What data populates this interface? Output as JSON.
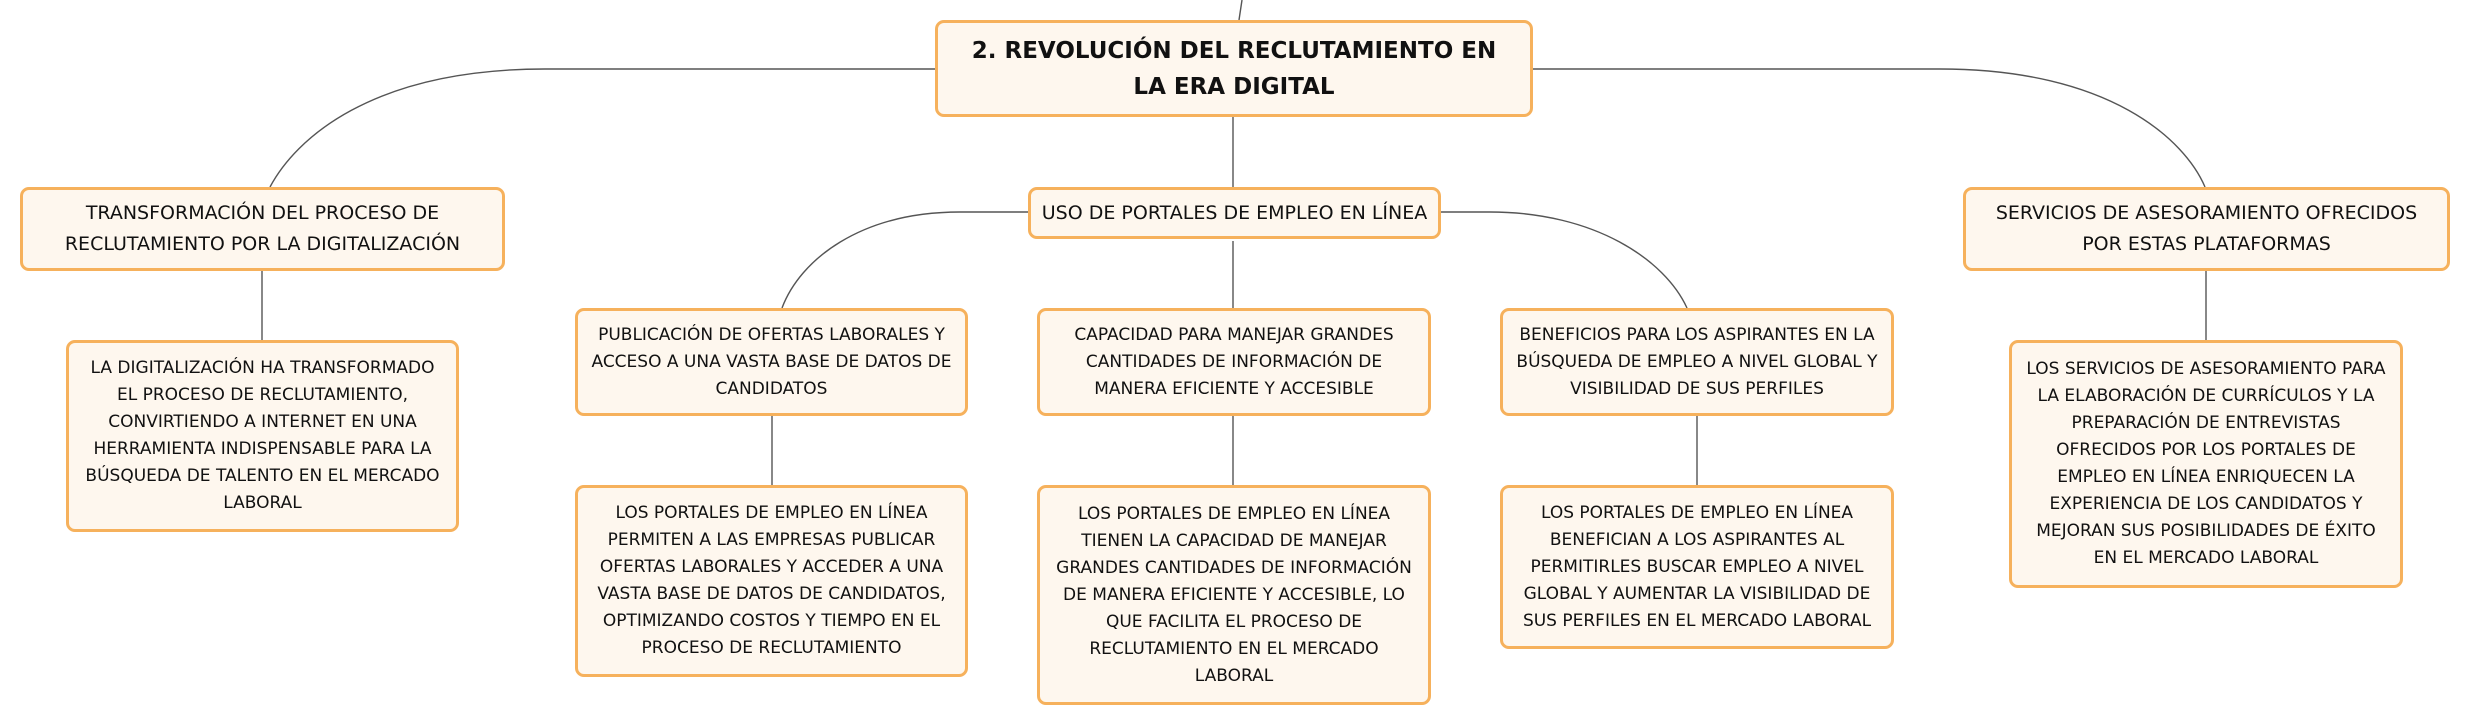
{
  "diagram": {
    "type": "mind-map",
    "colors": {
      "node_fill": "#fef7ee",
      "node_border": "#f6b15c",
      "connector": "#555555",
      "text": "#111111"
    },
    "root": {
      "label": "2. REVOLUCIÓN DEL RECLUTAMIENTO EN LA ERA DIGITAL"
    },
    "branches": [
      {
        "label": "TRANSFORMACIÓN DEL PROCESO DE RECLUTAMIENTO POR LA DIGITALIZACIÓN",
        "children": [
          {
            "label": "LA DIGITALIZACIÓN HA TRANSFORMADO EL PROCESO DE RECLUTAMIENTO, CONVIRTIENDO A INTERNET EN UNA HERRAMIENTA INDISPENSABLE PARA LA BÚSQUEDA DE TALENTO EN EL MERCADO LABORAL"
          }
        ]
      },
      {
        "label": "USO DE PORTALES DE EMPLEO EN LÍNEA",
        "children": [
          {
            "label": "PUBLICACIÓN DE OFERTAS LABORALES Y ACCESO A UNA VASTA BASE DE DATOS DE CANDIDATOS",
            "detail": "LOS PORTALES DE EMPLEO EN LÍNEA PERMITEN A LAS EMPRESAS PUBLICAR OFERTAS LABORALES Y ACCEDER A UNA VASTA BASE DE DATOS DE CANDIDATOS, OPTIMIZANDO COSTOS Y TIEMPO EN EL PROCESO DE RECLUTAMIENTO"
          },
          {
            "label": "CAPACIDAD PARA MANEJAR GRANDES CANTIDADES DE INFORMACIÓN DE MANERA EFICIENTE Y ACCESIBLE",
            "detail": "LOS PORTALES DE EMPLEO EN LÍNEA TIENEN LA CAPACIDAD DE MANEJAR GRANDES CANTIDADES DE INFORMACIÓN DE MANERA EFICIENTE Y ACCESIBLE, LO QUE FACILITA EL PROCESO DE RECLUTAMIENTO EN EL MERCADO LABORAL"
          },
          {
            "label": "BENEFICIOS PARA LOS ASPIRANTES EN LA BÚSQUEDA DE EMPLEO A NIVEL GLOBAL Y VISIBILIDAD DE SUS PERFILES",
            "detail": "LOS PORTALES DE EMPLEO EN LÍNEA BENEFICIAN A LOS ASPIRANTES AL PERMITIRLES BUSCAR EMPLEO A NIVEL GLOBAL Y AUMENTAR LA VISIBILIDAD DE SUS PERFILES EN EL MERCADO LABORAL"
          }
        ]
      },
      {
        "label": "SERVICIOS DE ASESORAMIENTO OFRECIDOS POR ESTAS PLATAFORMAS",
        "children": [
          {
            "label": "LOS SERVICIOS DE ASESORAMIENTO PARA LA ELABORACIÓN DE CURRÍCULOS Y LA PREPARACIÓN DE ENTREVISTAS OFRECIDOS POR LOS PORTALES DE EMPLEO EN LÍNEA ENRIQUECEN LA EXPERIENCIA DE LOS CANDIDATOS Y MEJORAN SUS POSIBILIDADES DE ÉXITO EN EL MERCADO LABORAL"
          }
        ]
      }
    ]
  }
}
